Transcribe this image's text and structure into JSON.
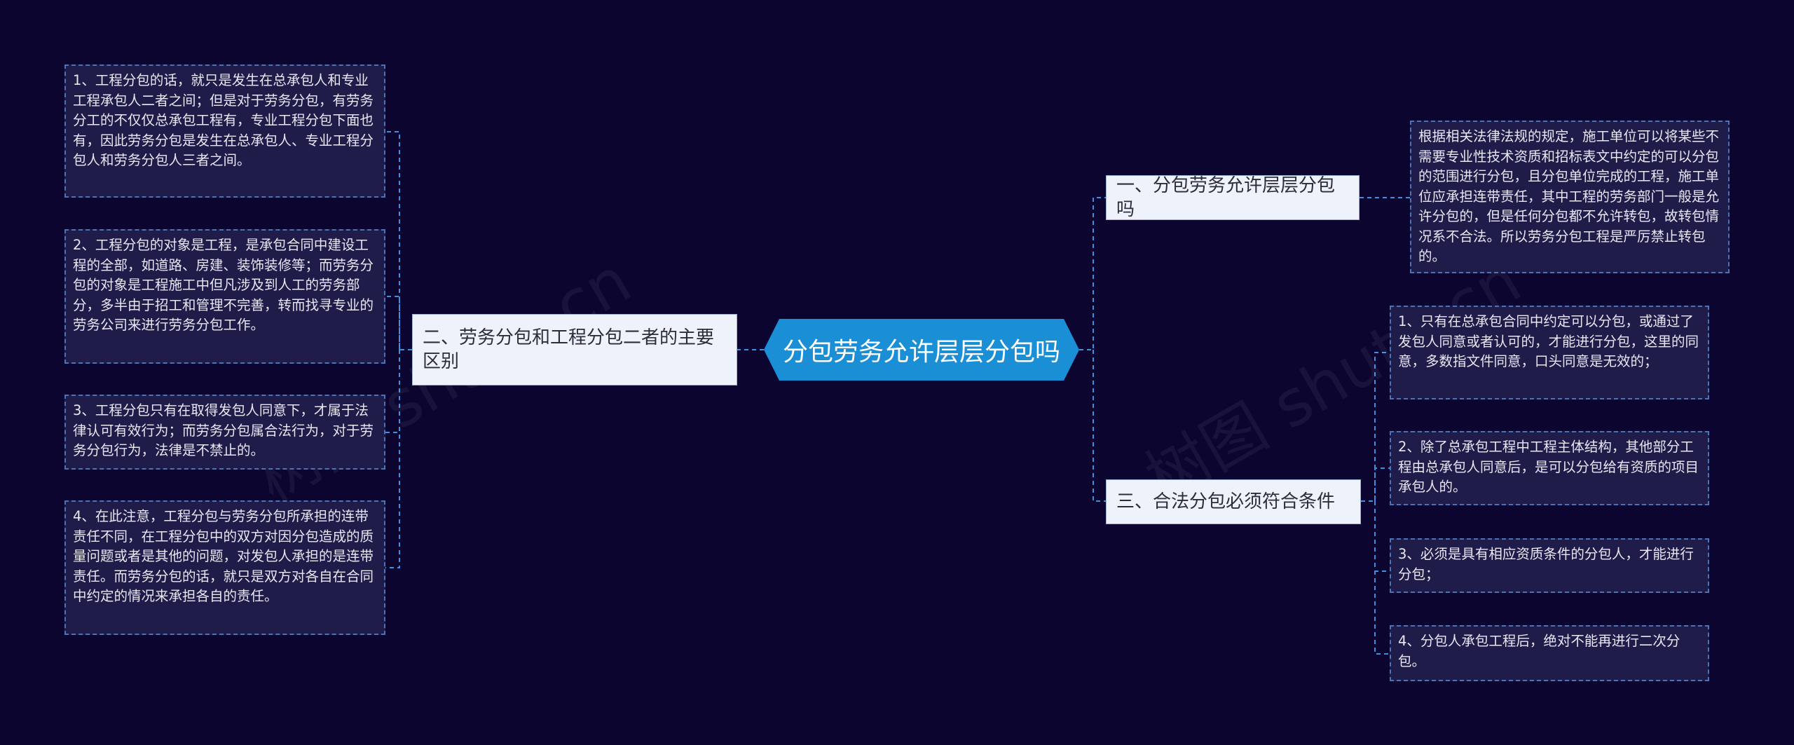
{
  "center": {
    "label": "分包劳务允许层层分包吗"
  },
  "left_branch": {
    "label": "二、劳务分包和工程分包二者的主要区别",
    "leaves": [
      "1、工程分包的话，就只是发生在总承包人和专业工程承包人二者之间；但是对于劳务分包，有劳务分工的不仅仅总承包工程有，专业工程分包下面也有，因此劳务分包是发生在总承包人、专业工程分包人和劳务分包人三者之间。",
      "2、工程分包的对象是工程，是承包合同中建设工程的全部，如道路、房建、装饰装修等；而劳务分包的对象是工程施工中但凡涉及到人工的劳务部分，多半由于招工和管理不完善，转而找寻专业的劳务公司来进行劳务分包工作。",
      "3、工程分包只有在取得发包人同意下，才属于法律认可有效行为；而劳务分包属合法行为，对于劳务分包行为，法律是不禁止的。",
      "4、在此注意，工程分包与劳务分包所承担的连带责任不同，在工程分包中的双方对因分包造成的质量问题或者是其他的问题，对发包人承担的是连带责任。而劳务分包的话，就只是双方对各自在合同中约定的情况来承担各自的责任。"
    ]
  },
  "right_branch_1": {
    "label": "一、分包劳务允许层层分包吗",
    "leaves": [
      "根据相关法律法规的规定，施工单位可以将某些不需要专业性技术资质和招标表文中约定的可以分包的范围进行分包，且分包单位完成的工程，施工单位应承担连带责任，其中工程的劳务部门一般是允许分包的，但是任何分包都不允许转包，故转包情况系不合法。所以劳务分包工程是严厉禁止转包的。"
    ]
  },
  "right_branch_2": {
    "label": "三、合法分包必须符合条件",
    "leaves": [
      "1、只有在总承包合同中约定可以分包，或通过了发包人同意或者认可的，才能进行分包，这里的同意，多数指文件同意，口头同意是无效的；",
      "2、除了总承包工程中工程主体结构，其他部分工程由总承包人同意后，是可以分包给有资质的项目承包人的。",
      "3、必须是具有相应资质条件的分包人，才能进行分包；",
      "4、分包人承包工程后，绝对不能再进行二次分包。"
    ]
  },
  "watermark": {
    "text_a": "树图 shutu.cn",
    "text_b": "树图 shutu.cn"
  },
  "colors": {
    "background": "#0b0530",
    "center": "#1a8fd6",
    "line": "#3d8fe0",
    "leaf_bg": "#1f1c4a"
  }
}
